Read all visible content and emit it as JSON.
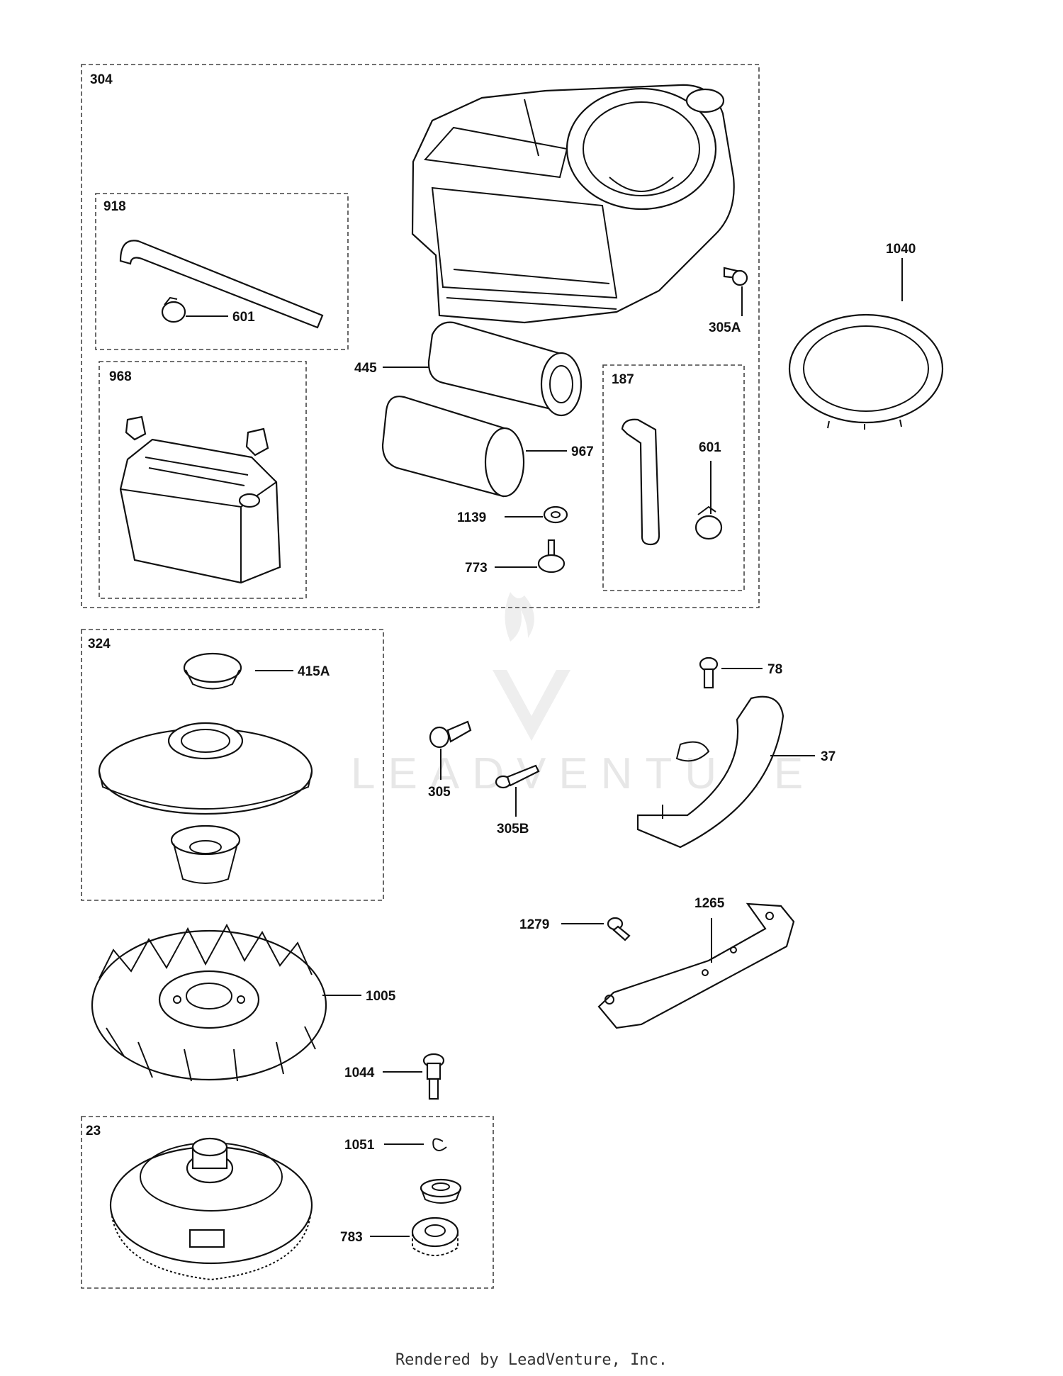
{
  "groups": [
    {
      "id": "304",
      "label": "304"
    },
    {
      "id": "918",
      "label": "918"
    },
    {
      "id": "968",
      "label": "968"
    },
    {
      "id": "187",
      "label": "187"
    },
    {
      "id": "324",
      "label": "324"
    },
    {
      "id": "23",
      "label": "23"
    }
  ],
  "parts": [
    {
      "label": "601"
    },
    {
      "label": "305A"
    },
    {
      "label": "445"
    },
    {
      "label": "967"
    },
    {
      "label": "1139"
    },
    {
      "label": "773"
    },
    {
      "label": "601"
    },
    {
      "label": "1040"
    },
    {
      "label": "415A"
    },
    {
      "label": "78"
    },
    {
      "label": "37"
    },
    {
      "label": "305"
    },
    {
      "label": "305B"
    },
    {
      "label": "1265"
    },
    {
      "label": "1279"
    },
    {
      "label": "1005"
    },
    {
      "label": "1044"
    },
    {
      "label": "1051"
    },
    {
      "label": "783"
    }
  ],
  "watermark": "LEADVENTURE",
  "footer": "Rendered by LeadVenture, Inc."
}
